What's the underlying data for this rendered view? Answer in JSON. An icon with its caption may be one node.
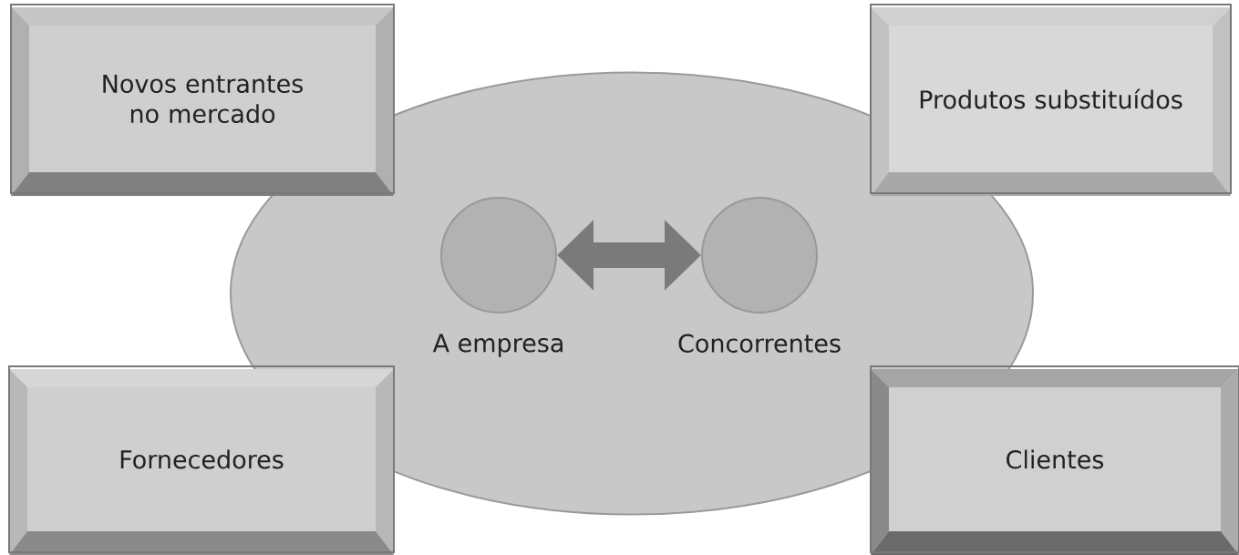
{
  "diagram": {
    "nodes": [
      {
        "text": [
          "Novos entrantes no mercado"
        ]
      },
      {
        "text": [
          "Produtos substituídos"
        ]
      },
      {
        "text": [],
        "shape": "ellipse"
      },
      {
        "text": [],
        "shape": "circle",
        "in": 2,
        "beside": [
          "A empresa"
        ]
      },
      {
        "text": [],
        "shape": "circle",
        "in": 2,
        "beside": [
          "Concorrentes"
        ]
      },
      {
        "text": [
          "Fornecedores"
        ]
      },
      {
        "text": [
          "Clientes"
        ]
      }
    ],
    "edges": [
      {
        "from": 3,
        "to": 4,
        "arrow": "both"
      }
    ]
  }
}
